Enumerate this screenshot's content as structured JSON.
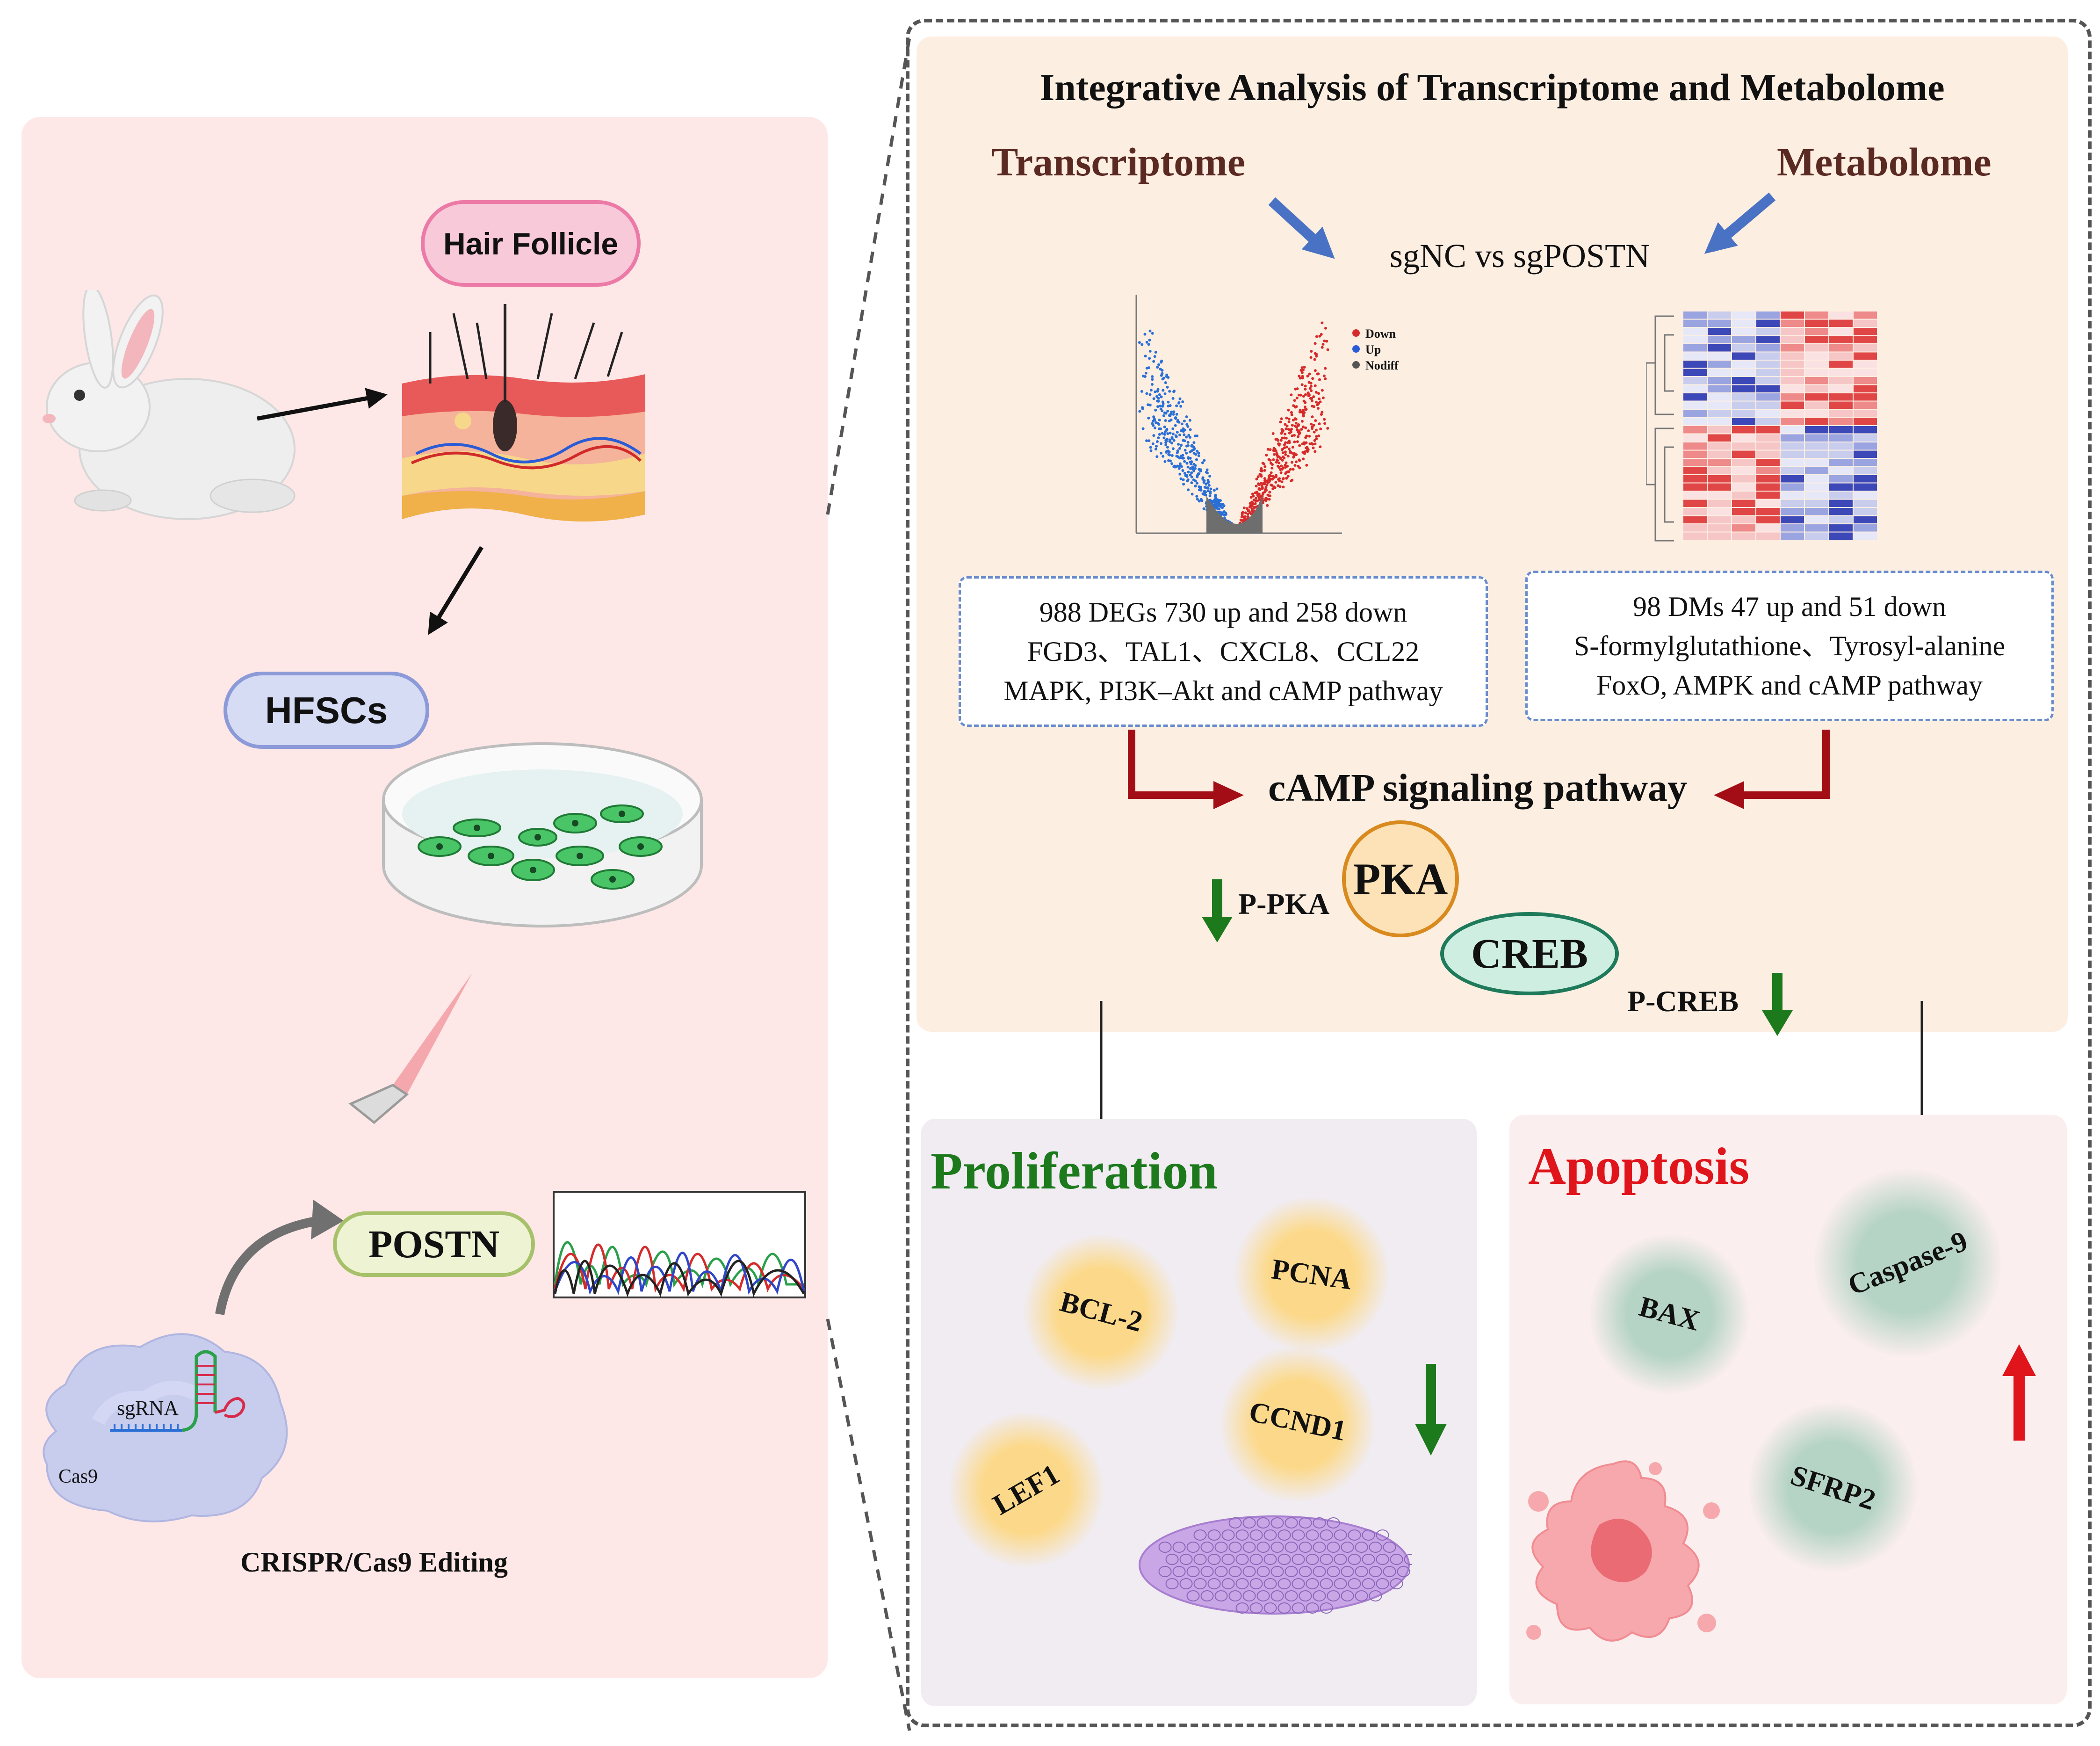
{
  "left_panel": {
    "hair_follicle_label": "Hair Follicle",
    "hfscs_label": "HFSCs",
    "postn_label": "POSTN",
    "sgrna_label": "sgRNA",
    "cas9_label": "Cas9",
    "crispr_caption": "CRISPR/Cas9 Editing"
  },
  "analysis": {
    "title": "Integrative Analysis of Transcriptome and Metabolome",
    "transcriptome_label": "Transcriptome",
    "metabolome_label": "Metabolome",
    "comparison_label": "sgNC vs sgPOSTN",
    "volcano_legend": [
      "Down",
      "Up",
      "Nodiff"
    ],
    "transcriptome_box": [
      "988 DEGs  730 up and 258 down",
      "FGD3、TAL1、CXCL8、CCL22",
      "MAPK, PI3K–Akt and cAMP pathway"
    ],
    "metabolome_box": [
      "98 DMs   47 up and 51 down",
      "S-formylglutathione、Tyrosyl-alanine",
      "FoxO, AMPK and cAMP pathway"
    ],
    "pathway_label": "cAMP signaling pathway",
    "pka_label": "PKA",
    "creb_label": "CREB",
    "p_pka_label": "P-PKA",
    "p_creb_label": "P-CREB"
  },
  "proliferation": {
    "title": "Proliferation",
    "markers": [
      "BCL-2",
      "PCNA",
      "CCND1",
      "LEF1"
    ]
  },
  "apoptosis": {
    "title": "Apoptosis",
    "markers": [
      "BAX",
      "Caspase-9",
      "SFRP2"
    ]
  },
  "colors": {
    "left_bg": "#fde7e7",
    "analysis_bg": "#fdeee2",
    "proliferation_bg": "#f0ecf2",
    "apoptosis_bg": "#fbeeee",
    "dark_red": "#a30e16",
    "green": "#1c7a1c",
    "red": "#e0141b",
    "blue_arrow": "#4a72c4",
    "brown_title": "#5a2a22"
  }
}
